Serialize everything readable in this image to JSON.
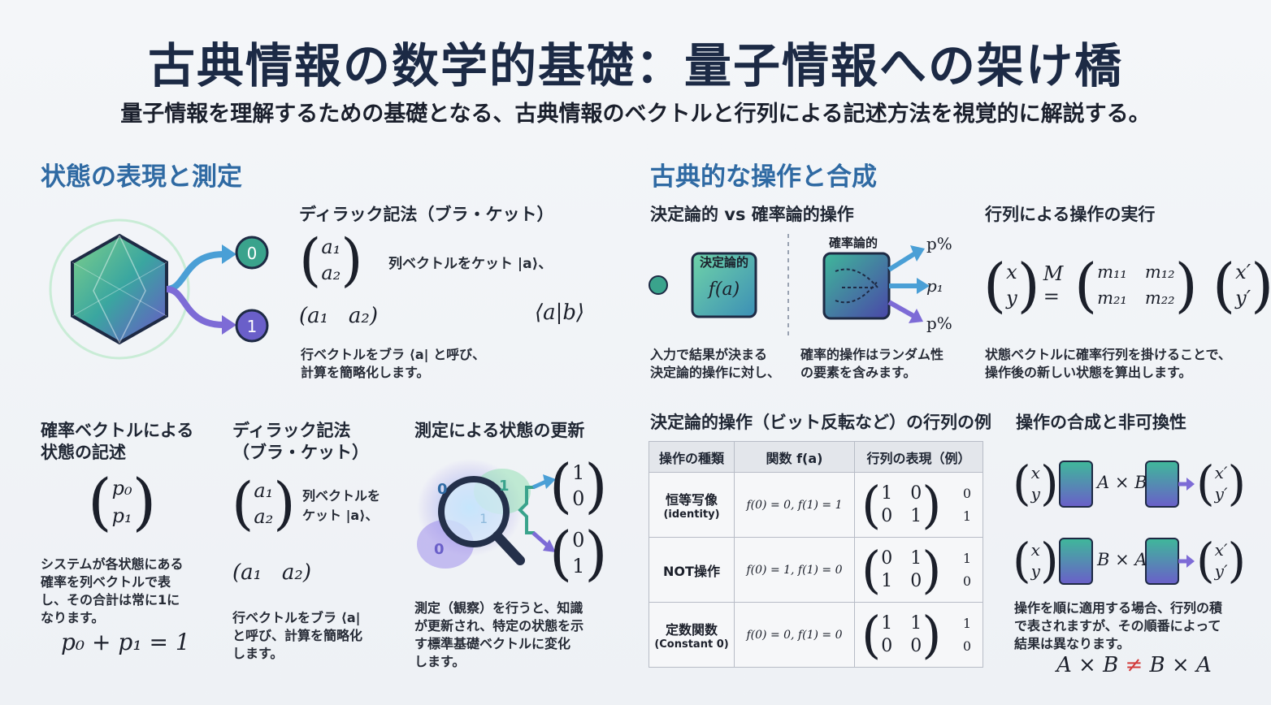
{
  "header": {
    "title": "古典情報の数学的基礎：量子情報への架け橋",
    "subtitle": "量子情報を理解するための基礎となる、古典情報のベクトルと行列による記述方法を視覚的に解説する。"
  },
  "left_section": {
    "heading": "状態の表現と測定",
    "dirac_top": {
      "heading": "ディラック記法（ブラ・ケット）",
      "ket_label": "列ベクトルをケット |a⟩、",
      "braket": "⟨a|b⟩",
      "bra_desc_1": "行ベクトルをブラ ⟨a| と呼び、",
      "bra_desc_2": "計算を簡略化します。",
      "col_top": "a₁",
      "col_bottom": "a₂",
      "row_left": "a₁",
      "row_right": "a₂",
      "node_zero": "0",
      "node_one": "1"
    },
    "prob_vector": {
      "heading_1": "確率ベクトルによる",
      "heading_2": "状態の記述",
      "p0": "p₀",
      "p1": "p₁",
      "desc": [
        "システムが各状態にある",
        "確率を列ベクトルで表",
        "し、その合計は常に1に",
        "なります。"
      ],
      "equation": "p₀ + p₁ = 1"
    },
    "dirac_bottom": {
      "heading_1": "ディラック記法",
      "heading_2": "（ブラ・ケット）",
      "ket_line_1": "列ベクトルを",
      "ket_line_2": "ケット |a⟩、",
      "desc": [
        "行ベクトルをブラ ⟨a|",
        "と呼び、計算を簡略化",
        "します。"
      ],
      "col_top": "a₁",
      "col_bottom": "a₂",
      "row_left": "a₁",
      "row_right": "a₂"
    },
    "measurement": {
      "heading": "測定による状態の更新",
      "desc": [
        "測定（観察）を行うと、知識",
        "が更新され、特定の状態を示",
        "す標準基礎ベクトルに変化",
        "します。"
      ],
      "blob_labels": [
        "0",
        "1",
        "1",
        "0"
      ],
      "vec1_top": "1",
      "vec1_bottom": "0",
      "vec2_top": "0",
      "vec2_bottom": "1"
    }
  },
  "right_section": {
    "heading": "古典的な操作と合成",
    "det_vs_prob": {
      "heading": "決定論的 vs 確率論的操作",
      "det_box_line1": "決定論的",
      "det_box_line2": "f(a)",
      "prob_box_label": "確率論的",
      "arrow_labels": [
        "p%",
        "p₁",
        "p%"
      ],
      "det_desc": [
        "入力で結果が決まる",
        "決定論的操作に対し、"
      ],
      "prob_desc": [
        "確率的操作はランダム性",
        "の要素を含みます。"
      ]
    },
    "matrix_exec": {
      "heading": "行列による操作の実行",
      "lhs_top": "x",
      "lhs_bottom": "y",
      "op": "M =",
      "m": [
        "m₁₁",
        "m₁₂",
        "m₂₁",
        "m₂₂"
      ],
      "rhs_top": "x′",
      "rhs_bottom": "y′",
      "desc": [
        "状態ベクトルに確率行列を掛けることで、",
        "操作後の新しい状態を算出します。"
      ]
    },
    "table": {
      "heading": "決定論的操作（ビット反転など）の行列の例",
      "columns": [
        "操作の種類",
        "関数 f(a)",
        "行列の表現（例）"
      ],
      "rows": [
        {
          "name": "恒等写像",
          "name_sub": "(identity)",
          "func": "f(0) = 0, f(1) = 1",
          "matrix": [
            "1",
            "0",
            "0",
            "1"
          ],
          "side": [
            "0",
            "1"
          ]
        },
        {
          "name": "NOT操作",
          "name_sub": "",
          "func": "f(0) = 1, f(1) = 0",
          "matrix": [
            "0",
            "1",
            "1",
            "0"
          ],
          "side": [
            "1",
            "0"
          ]
        },
        {
          "name": "定数関数",
          "name_sub": "(Constant 0)",
          "func": "f(0) = 0, f(1) = 0",
          "matrix": [
            "1",
            "1",
            "0",
            "0"
          ],
          "side": [
            "1",
            "0"
          ]
        }
      ]
    },
    "composition": {
      "heading": "操作の合成と非可換性",
      "row1_label": "A × B",
      "row2_label": "B × A",
      "in_top": "x",
      "in_bottom": "y",
      "out_top": "x′",
      "out_bottom": "y′",
      "desc": [
        "操作を順に適用する場合、行列の積",
        "で表されますが、その順番によって",
        "結果は異なります。"
      ],
      "inequality_left": "A × B",
      "inequality_sign": "≠",
      "inequality_right": "B × A"
    }
  },
  "colors": {
    "heading_blue": "#2f6aa3",
    "teal": "#3aa38c",
    "purple": "#6a5fc9",
    "arrow_blue": "#4a9fd6",
    "arrow_purple": "#7d6bd6"
  }
}
